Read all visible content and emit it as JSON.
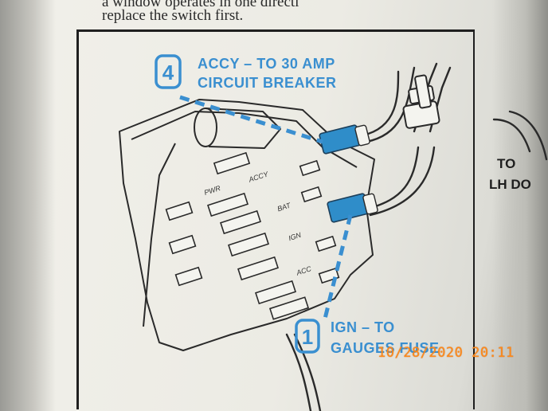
{
  "text_block": {
    "line1": "a window operates in one directi",
    "line2": "replace the switch first."
  },
  "callouts": {
    "top": {
      "number": "4",
      "line1": "ACCY – TO 30 AMP",
      "line2": "CIRCUIT BREAKER"
    },
    "bottom": {
      "number": "1",
      "line1": "IGN – TO",
      "line2": "GAUGES FUSE"
    }
  },
  "fuse_labels": {
    "accy": "ACCY",
    "pwr": "PWR",
    "bat": "BAT",
    "ign": "IGN",
    "acc": "ACC"
  },
  "side_label": {
    "line1": "TO",
    "line2": "LH DO"
  },
  "timestamp": "10/28/2020 20:11",
  "colors": {
    "callout_blue": "#3a8fd0",
    "connector_blue": "#2f8dc9",
    "stamp_orange": "#ff8a1a",
    "ink": "#1f1f1f",
    "paper": "#ecebe4"
  }
}
